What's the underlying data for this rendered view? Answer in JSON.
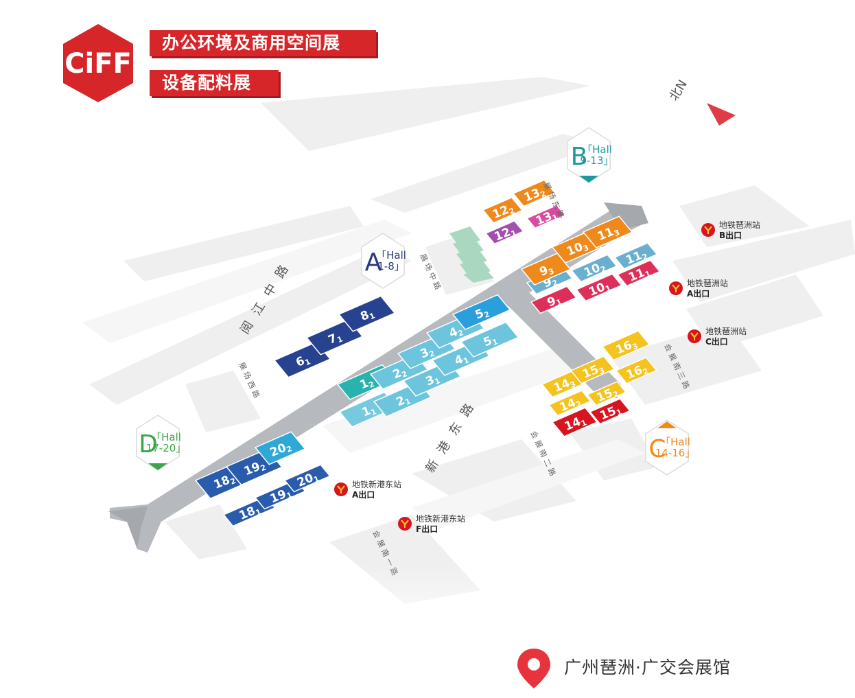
{
  "logo": {
    "text": "CiFF",
    "color": "#d6262a"
  },
  "banners": {
    "office": "办公环境及商用空间展",
    "equipment": "设备配料展"
  },
  "north": "北N",
  "roads": {
    "yuejiang": "阅江中路",
    "xingang": "新港东路",
    "zhanchang_zhong": "展场中路",
    "zhanchang_dong": "展场东路",
    "zhanchang_xi": "展场西路",
    "huizhan_nan1": "会展南一路",
    "huizhan_nan2": "会展南二路",
    "huizhan_nan3": "会展南三路"
  },
  "areas": [
    {
      "letter": "A",
      "label": "「Hall",
      "range": "1-8」",
      "color": "#27397a"
    },
    {
      "letter": "B",
      "label": "「Hall",
      "range": "9-13」",
      "color": "#1b9a9e"
    },
    {
      "letter": "C",
      "label": "「Hall",
      "range": "14-16」",
      "color": "#ef8a1c"
    },
    {
      "letter": "D",
      "label": "「Hall",
      "range": "17-20」",
      "color": "#3aa54a"
    }
  ],
  "metro": [
    {
      "name": "地铁琶洲站",
      "exit": "B出口"
    },
    {
      "name": "地铁琶洲站",
      "exit": "A出口"
    },
    {
      "name": "地铁琶洲站",
      "exit": "C出口"
    },
    {
      "name": "地铁新港东站",
      "exit": "A出口"
    },
    {
      "name": "地铁新港东站",
      "exit": "F出口"
    }
  ],
  "halls": [
    {
      "main": "6",
      "sub": "1",
      "color": "#27428e"
    },
    {
      "main": "7",
      "sub": "1",
      "color": "#27428e"
    },
    {
      "main": "8",
      "sub": "1",
      "color": "#27428e"
    },
    {
      "main": "1",
      "sub": "1",
      "color": "#76c9df"
    },
    {
      "main": "1",
      "sub": "2",
      "color": "#2ab2ae"
    },
    {
      "main": "2",
      "sub": "1",
      "color": "#6cc4dd"
    },
    {
      "main": "2",
      "sub": "2",
      "color": "#6cc4dd"
    },
    {
      "main": "3",
      "sub": "1",
      "color": "#6cc4dd"
    },
    {
      "main": "3",
      "sub": "2",
      "color": "#6cc4dd"
    },
    {
      "main": "4",
      "sub": "1",
      "color": "#6cc4dd"
    },
    {
      "main": "4",
      "sub": "2",
      "color": "#6cc4dd"
    },
    {
      "main": "5",
      "sub": "1",
      "color": "#6cc4dd"
    },
    {
      "main": "5",
      "sub": "2",
      "color": "#2a9fdc"
    },
    {
      "main": "9",
      "sub": "1",
      "color": "#de2f5a"
    },
    {
      "main": "9",
      "sub": "2",
      "color": "#6aaed0"
    },
    {
      "main": "9",
      "sub": "3",
      "color": "#f0891c"
    },
    {
      "main": "10",
      "sub": "1",
      "color": "#de2f5a"
    },
    {
      "main": "10",
      "sub": "2",
      "color": "#6aaed0"
    },
    {
      "main": "10",
      "sub": "3",
      "color": "#f0891c"
    },
    {
      "main": "11",
      "sub": "1",
      "color": "#de2f5a"
    },
    {
      "main": "11",
      "sub": "2",
      "color": "#6aaed0"
    },
    {
      "main": "11",
      "sub": "3",
      "color": "#f0891c"
    },
    {
      "main": "12",
      "sub": "1",
      "color": "#a24fae"
    },
    {
      "main": "12",
      "sub": "2",
      "color": "#f0891c"
    },
    {
      "main": "13",
      "sub": "1",
      "color": "#d94aa0"
    },
    {
      "main": "13",
      "sub": "2",
      "color": "#f0891c"
    },
    {
      "main": "14",
      "sub": "1",
      "color": "#d8141f"
    },
    {
      "main": "14",
      "sub": "2",
      "color": "#f5c21e"
    },
    {
      "main": "14",
      "sub": "3",
      "color": "#f5c21e"
    },
    {
      "main": "15",
      "sub": "1",
      "color": "#d8141f"
    },
    {
      "main": "15",
      "sub": "2",
      "color": "#f5c21e"
    },
    {
      "main": "15",
      "sub": "3",
      "color": "#f5c21e"
    },
    {
      "main": "16",
      "sub": "2",
      "color": "#f5c21e"
    },
    {
      "main": "16",
      "sub": "3",
      "color": "#f5c21e"
    },
    {
      "main": "18",
      "sub": "1",
      "color": "#2a5cad"
    },
    {
      "main": "18",
      "sub": "2",
      "color": "#2a5cad"
    },
    {
      "main": "19",
      "sub": "1",
      "color": "#2a5cad"
    },
    {
      "main": "19",
      "sub": "2",
      "color": "#2a5cad"
    },
    {
      "main": "20",
      "sub": "1",
      "color": "#2a5cad"
    },
    {
      "main": "20",
      "sub": "2",
      "color": "#2fa8d8"
    }
  ],
  "venue": "广州琶洲·广交会展馆"
}
